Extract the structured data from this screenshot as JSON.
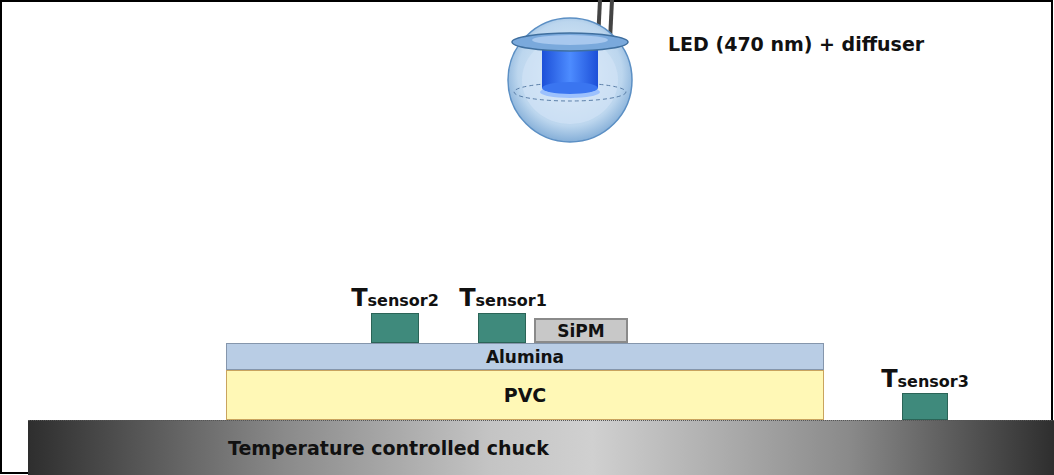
{
  "diagram": {
    "nodes": [
      {
        "text": [
          "Tsensor2"
        ]
      },
      {
        "text": [
          "Tsensor1"
        ]
      },
      {
        "text": [
          "SiPM"
        ]
      },
      {
        "text": [
          "Alumina"
        ]
      },
      {
        "text": [
          "PVC"
        ]
      },
      {
        "text": [
          "Tsensor3"
        ]
      },
      {
        "text": [
          "Temperature controlled chuck"
        ]
      }
    ],
    "labels": [
      "LED (470 nm) + diffuser"
    ]
  }
}
